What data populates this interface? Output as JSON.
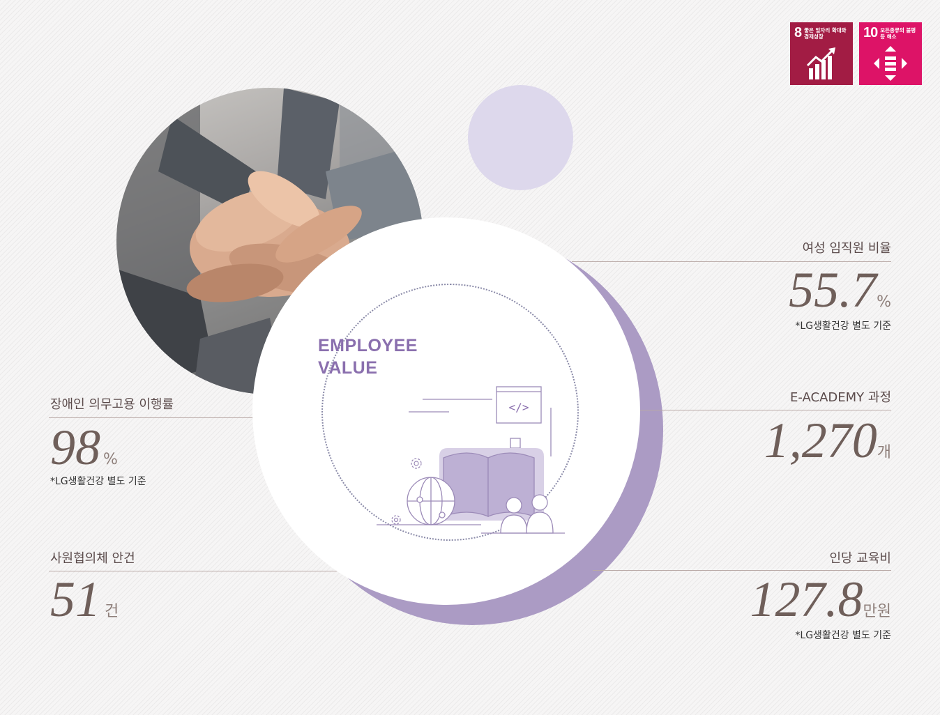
{
  "sdg": [
    {
      "number": "8",
      "text": "좋은 일자리 확대와 경제성장",
      "color": "#a21c44",
      "icon": "growth-chart-icon"
    },
    {
      "number": "10",
      "text": "모든종류의 불평등 해소",
      "color": "#dd1367",
      "icon": "equality-arrows-icon"
    }
  ],
  "center": {
    "title": "EMPLOYEE\nVALUE"
  },
  "stats": {
    "female_ratio": {
      "label": "여성 임직원 비율",
      "value": "55.7",
      "unit": "%",
      "note": "*LG생활건강 별도 기준"
    },
    "academy": {
      "label": "E-ACADEMY 과정",
      "value": "1,270",
      "unit": "개"
    },
    "edu_cost": {
      "label": "인당 교육비",
      "value": "127.8",
      "unit": "만원",
      "note": "*LG생활건강 별도 기준"
    },
    "disability": {
      "label": "장애인 의무고용 이행률",
      "value": "98",
      "unit": "%",
      "note": "*LG생활건강 별도 기준"
    },
    "council": {
      "label": "사원협의체 안건",
      "value": "51",
      "unit": "건"
    }
  },
  "colors": {
    "accent": "#8a6fae",
    "arc": "#ab9bc4",
    "lavender": "#ddd8ec",
    "value": "#6f5f5a"
  }
}
